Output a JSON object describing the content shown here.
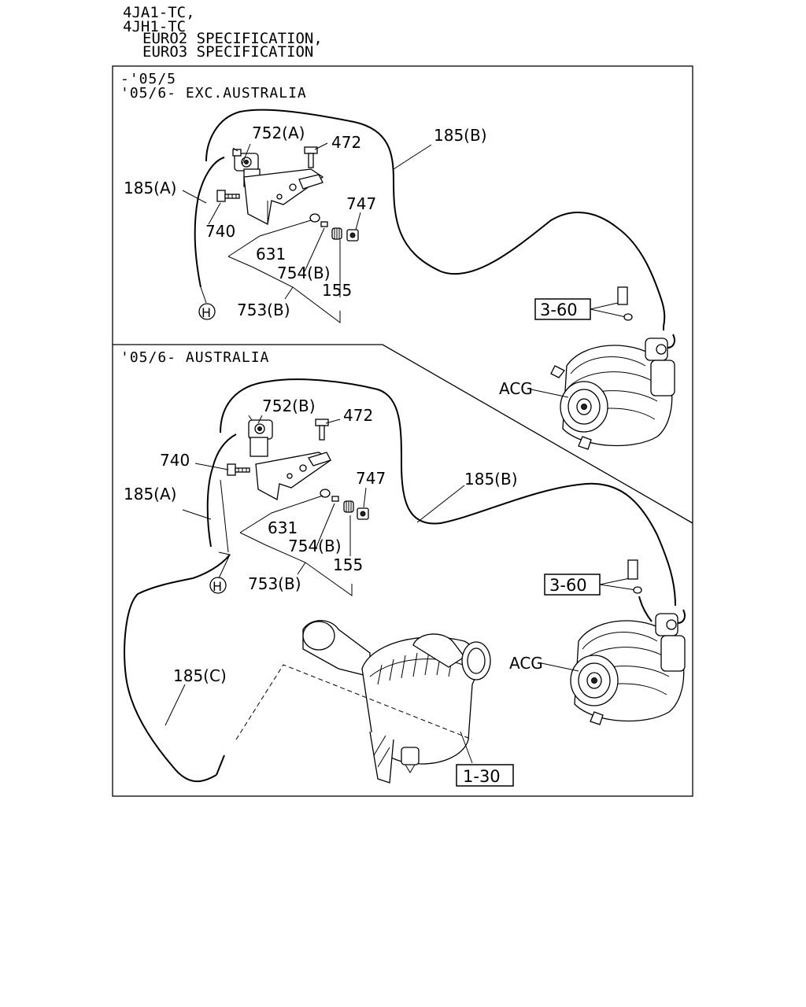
{
  "header": {
    "lines": [
      "4JA1-TC,",
      "4JH1-TC",
      "EURO2 SPECIFICATION,",
      "EURO3 SPECIFICATION"
    ]
  },
  "section_top": {
    "conditions": [
      "-'05/5",
      "'05/6- EXC.AUSTRALIA"
    ],
    "labels": {
      "p752": "752(A)",
      "p472": "472",
      "p185b": "185(B)",
      "p185a": "185(A)",
      "p747": "747",
      "p740": "740",
      "p631": "631",
      "p754": "754(B)",
      "p155": "155",
      "p753": "753(B)",
      "h": "H",
      "acg": "ACG",
      "ref": "3-60"
    }
  },
  "section_bottom": {
    "conditions": [
      "'05/6- AUSTRALIA"
    ],
    "labels": {
      "p752": "752(B)",
      "p472": "472",
      "p740": "740",
      "p747": "747",
      "p185a": "185(A)",
      "p185b": "185(B)",
      "p631": "631",
      "p754": "754(B)",
      "p155": "155",
      "p753": "753(B)",
      "h": "H",
      "ref360": "3-60",
      "acg": "ACG",
      "p185c": "185(C)",
      "ref130": "1-30"
    }
  },
  "icons": [
    "alternator-icon",
    "vacuum-pump-icon",
    "air-cleaner-icon",
    "vsv-valve-icon",
    "bracket-icon",
    "bolt-icon",
    "nut-icon"
  ]
}
